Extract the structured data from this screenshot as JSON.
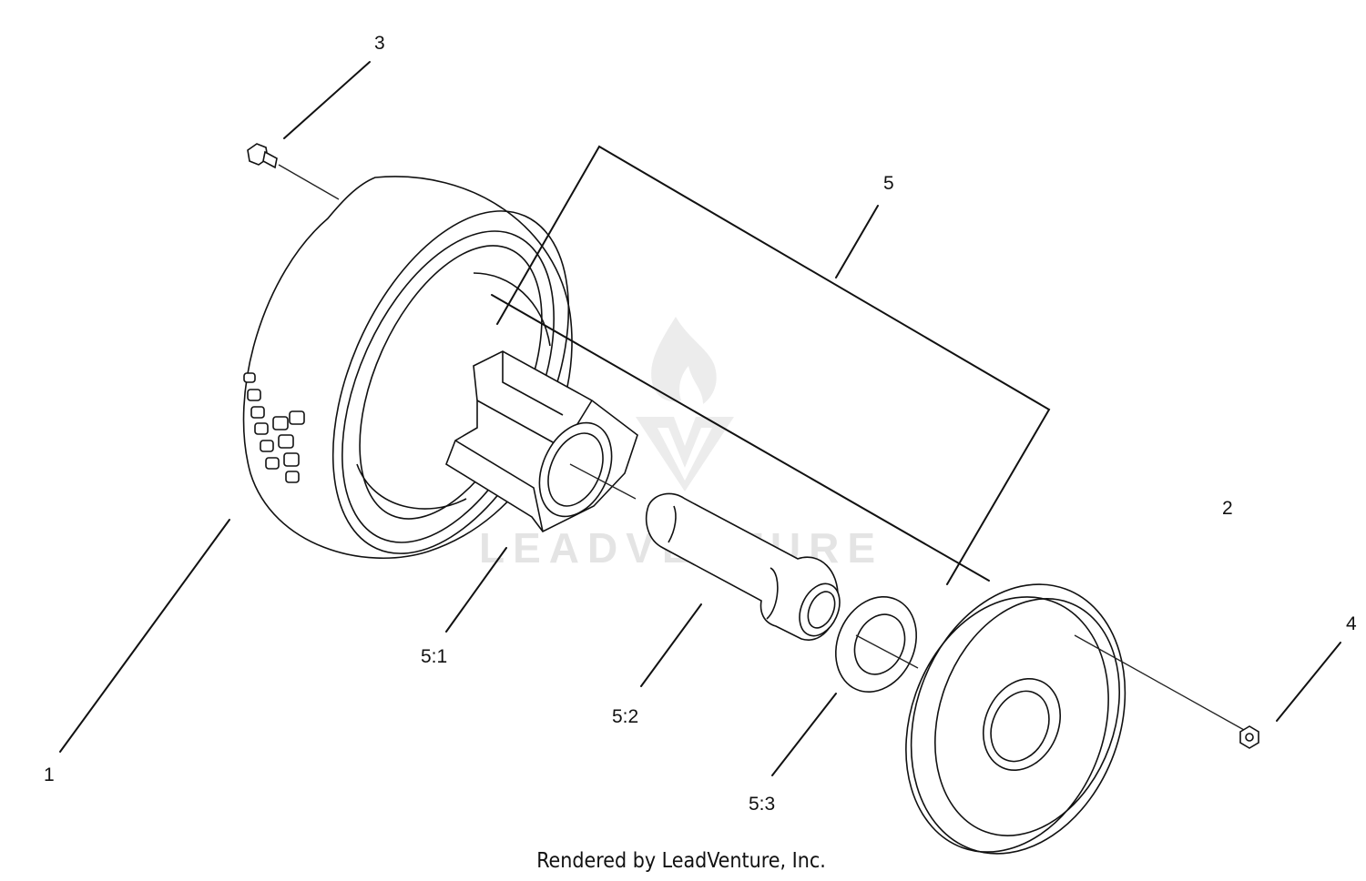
{
  "diagram": {
    "callouts": [
      {
        "id": "1",
        "label": "1"
      },
      {
        "id": "2",
        "label": "2"
      },
      {
        "id": "3",
        "label": "3"
      },
      {
        "id": "4",
        "label": "4"
      },
      {
        "id": "5",
        "label": "5"
      },
      {
        "id": "5-1",
        "label": "5:1"
      },
      {
        "id": "5-2",
        "label": "5:2"
      },
      {
        "id": "5-3",
        "label": "5:3"
      }
    ],
    "watermark": {
      "text": "LEADVENTURE",
      "color": "#e4e4e4"
    },
    "footer": "Rendered by LeadVenture, Inc."
  },
  "colors": {
    "line": "#111111",
    "background": "#ffffff",
    "watermark": "#e4e4e4"
  }
}
